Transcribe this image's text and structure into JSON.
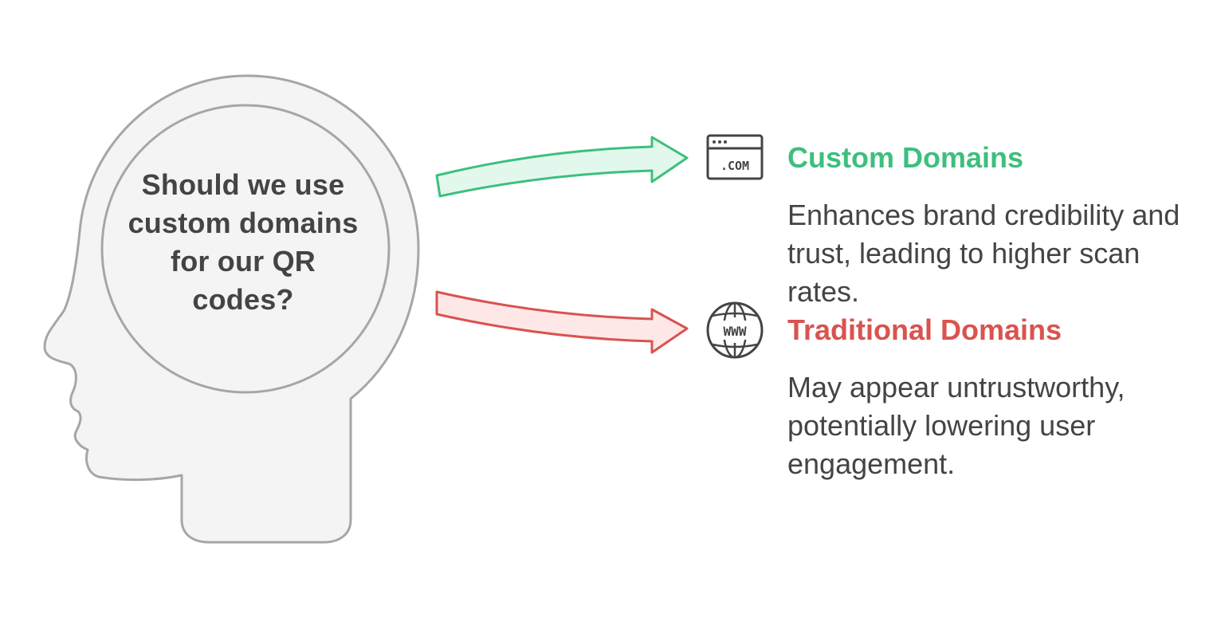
{
  "question": {
    "text": "Should we use custom domains for our QR codes?"
  },
  "options": [
    {
      "title": "Custom Domains",
      "description": "Enhances brand credibility and trust, leading to higher scan rates.",
      "icon": "dot-com-browser-icon",
      "icon_text": ".COM",
      "color": "#3dbf7e",
      "arrow_fill": "#e3f8ec"
    },
    {
      "title": "Traditional Domains",
      "description": "May appear untrustworthy, potentially lowering user engagement.",
      "icon": "www-globe-icon",
      "icon_text": "WWW",
      "color": "#d9534f",
      "arrow_fill": "#fde8e7"
    }
  ],
  "colors": {
    "head_fill": "#f4f4f4",
    "head_stroke": "#a6a6a6",
    "text": "#444444",
    "icon_stroke": "#444444"
  }
}
